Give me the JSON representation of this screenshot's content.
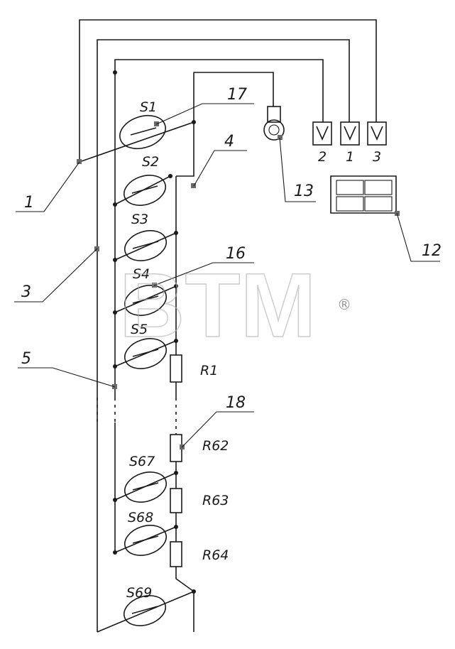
{
  "watermark": {
    "text": "BTM",
    "mark": "®"
  },
  "lamps": [
    "S1",
    "S2",
    "S3",
    "S4",
    "S5",
    "S67",
    "S68",
    "S69"
  ],
  "resistors": [
    "R1",
    "R62",
    "R63",
    "R64"
  ],
  "connector_numbers": [
    "2",
    "1",
    "3"
  ],
  "callouts": [
    "17",
    "4",
    "1",
    "13",
    "12",
    "3",
    "16",
    "5",
    "18"
  ],
  "colors": {
    "line": "#1a1a1a",
    "watermark": "#b3b3b3"
  }
}
